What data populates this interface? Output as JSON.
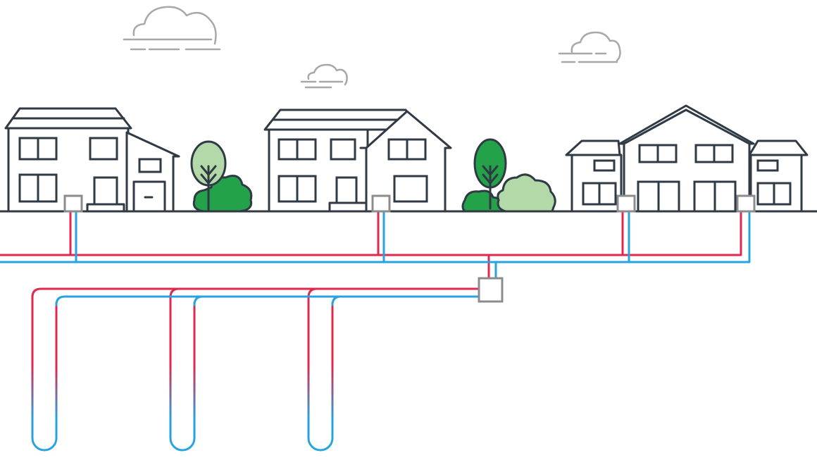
{
  "colors": {
    "outline": "#2f3a45",
    "cloud": "#a8a8a8",
    "supply_pipe": "#e0284f",
    "return_pipe": "#27a3df",
    "tree_light": "#b4d9a8",
    "tree_dark": "#23a24a",
    "unit_box": "#8c8c8c"
  },
  "houses": [
    {
      "style": "gable-with-garage-extension"
    },
    {
      "style": "double-gable"
    },
    {
      "style": "center-gable-with-wings"
    }
  ],
  "trees": [
    {
      "shade": "light",
      "bush_shade": "dark"
    },
    {
      "shade": "dark",
      "bush_shade": "light"
    }
  ],
  "clouds": 3,
  "heat_pump_units": 4,
  "boreholes": 3
}
